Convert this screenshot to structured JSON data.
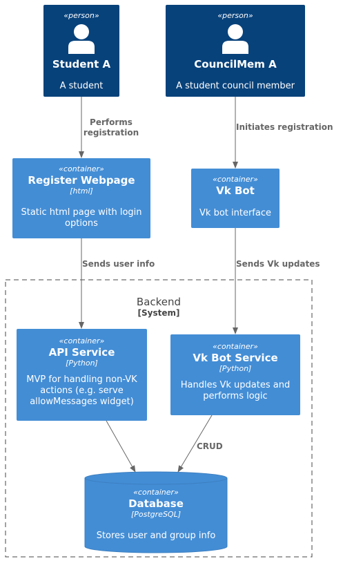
{
  "persons": [
    {
      "stereotype": "«person»",
      "name": "Student A",
      "description": "A student"
    },
    {
      "stereotype": "«person»",
      "name": "CouncilMem A",
      "description": "A student council member"
    }
  ],
  "containers": {
    "register_webpage": {
      "stereotype": "«container»",
      "name": "Register Webpage",
      "technology": "[html]",
      "description_lines": [
        "Static html page with login",
        "options"
      ]
    },
    "vk_bot": {
      "stereotype": "«container»",
      "name": "Vk Bot",
      "description_lines": [
        "Vk bot interface"
      ]
    },
    "api_service": {
      "stereotype": "«container»",
      "name": "API Service",
      "technology": "[Python]",
      "description_lines": [
        "MVP for handling non-VK",
        "actions (e.g. serve",
        "allowMessages widget)"
      ]
    },
    "vk_bot_service": {
      "stereotype": "«container»",
      "name": "Vk Bot Service",
      "technology": "[Python]",
      "description_lines": [
        "Handles Vk updates and",
        "performs logic"
      ]
    },
    "database": {
      "stereotype": "«container»",
      "name": "Database",
      "technology": "[PostgreSQL]",
      "description": "Stores user and group info"
    }
  },
  "boundary": {
    "title": "Backend",
    "type": "[System]"
  },
  "relations": {
    "performs_registration": [
      "Performs",
      "registration"
    ],
    "initiates_registration": "Initiates registration",
    "sends_user_info": "Sends user info",
    "sends_vk_updates": "Sends Vk updates",
    "crud": "CRUD"
  },
  "colors": {
    "person": "#08427B",
    "container": "#438DD5",
    "arrow": "#666666",
    "boundary": "#444444"
  }
}
